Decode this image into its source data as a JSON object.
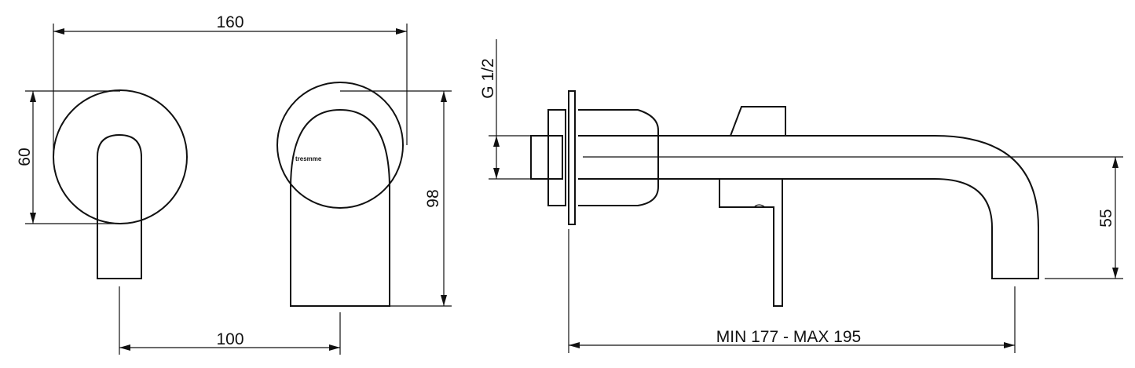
{
  "dimensions": {
    "width_total": "160",
    "plate_height": "60",
    "spout_height": "98",
    "center_distance": "100",
    "thread": "G 1/2",
    "outlet_height": "55",
    "projection": "MIN 177 - MAX 195"
  },
  "brand_mark": "tresmme"
}
